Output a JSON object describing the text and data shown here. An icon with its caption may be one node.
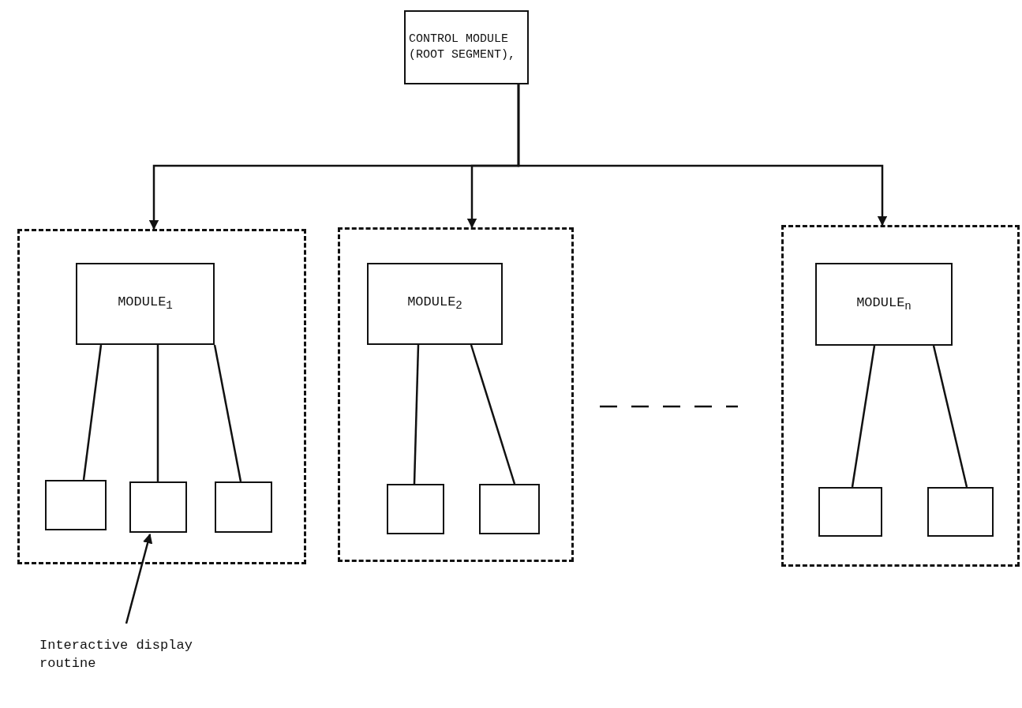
{
  "diagram": {
    "nodes": [
      {
        "text": [
          "CONTROL MODULE (ROOT SEGMENT),"
        ]
      },
      {
        "text": [],
        "shape": "box"
      },
      {
        "text": [
          "MODULE$_{1}$"
        ],
        "in": 1
      },
      {
        "text": [],
        "shape": "box",
        "in": 1
      },
      {
        "text": [],
        "shape": "box",
        "in": 1
      },
      {
        "text": [],
        "shape": "box",
        "in": 1
      },
      {
        "text": [],
        "shape": "box"
      },
      {
        "text": [
          "MODULE$_{2}$"
        ],
        "in": 6
      },
      {
        "text": [],
        "shape": "box",
        "in": 6
      },
      {
        "text": [],
        "shape": "box",
        "in": 6
      },
      {
        "text": [],
        "shape": "box"
      },
      {
        "text": [
          "MODULE$_{n}$"
        ],
        "in": 10
      },
      {
        "text": [],
        "shape": "box",
        "in": 10
      },
      {
        "text": [],
        "shape": "box",
        "in": 10
      },
      {
        "text": [
          "Interactive display routine"
        ]
      }
    ],
    "edges": [
      {
        "from": 0,
        "to": 1,
        "arrow": "to"
      },
      {
        "from": 0,
        "to": 6,
        "arrow": "to"
      },
      {
        "from": 0,
        "to": 10,
        "arrow": "to"
      },
      {
        "from": 2,
        "to": 3,
        "arrow": "none"
      },
      {
        "from": 2,
        "to": 4,
        "arrow": "none"
      },
      {
        "from": 2,
        "to": 5,
        "arrow": "none"
      },
      {
        "from": 7,
        "to": 8,
        "arrow": "none"
      },
      {
        "from": 7,
        "to": 9,
        "arrow": "none"
      },
      {
        "from": 11,
        "to": 12,
        "arrow": "none"
      },
      {
        "from": 11,
        "to": 13,
        "arrow": "none"
      },
      {
        "from": 6,
        "to": 10,
        "arrow": "none",
        "style": "dashed"
      },
      {
        "from": 14,
        "to": 4,
        "arrow": "to"
      }
    ]
  }
}
